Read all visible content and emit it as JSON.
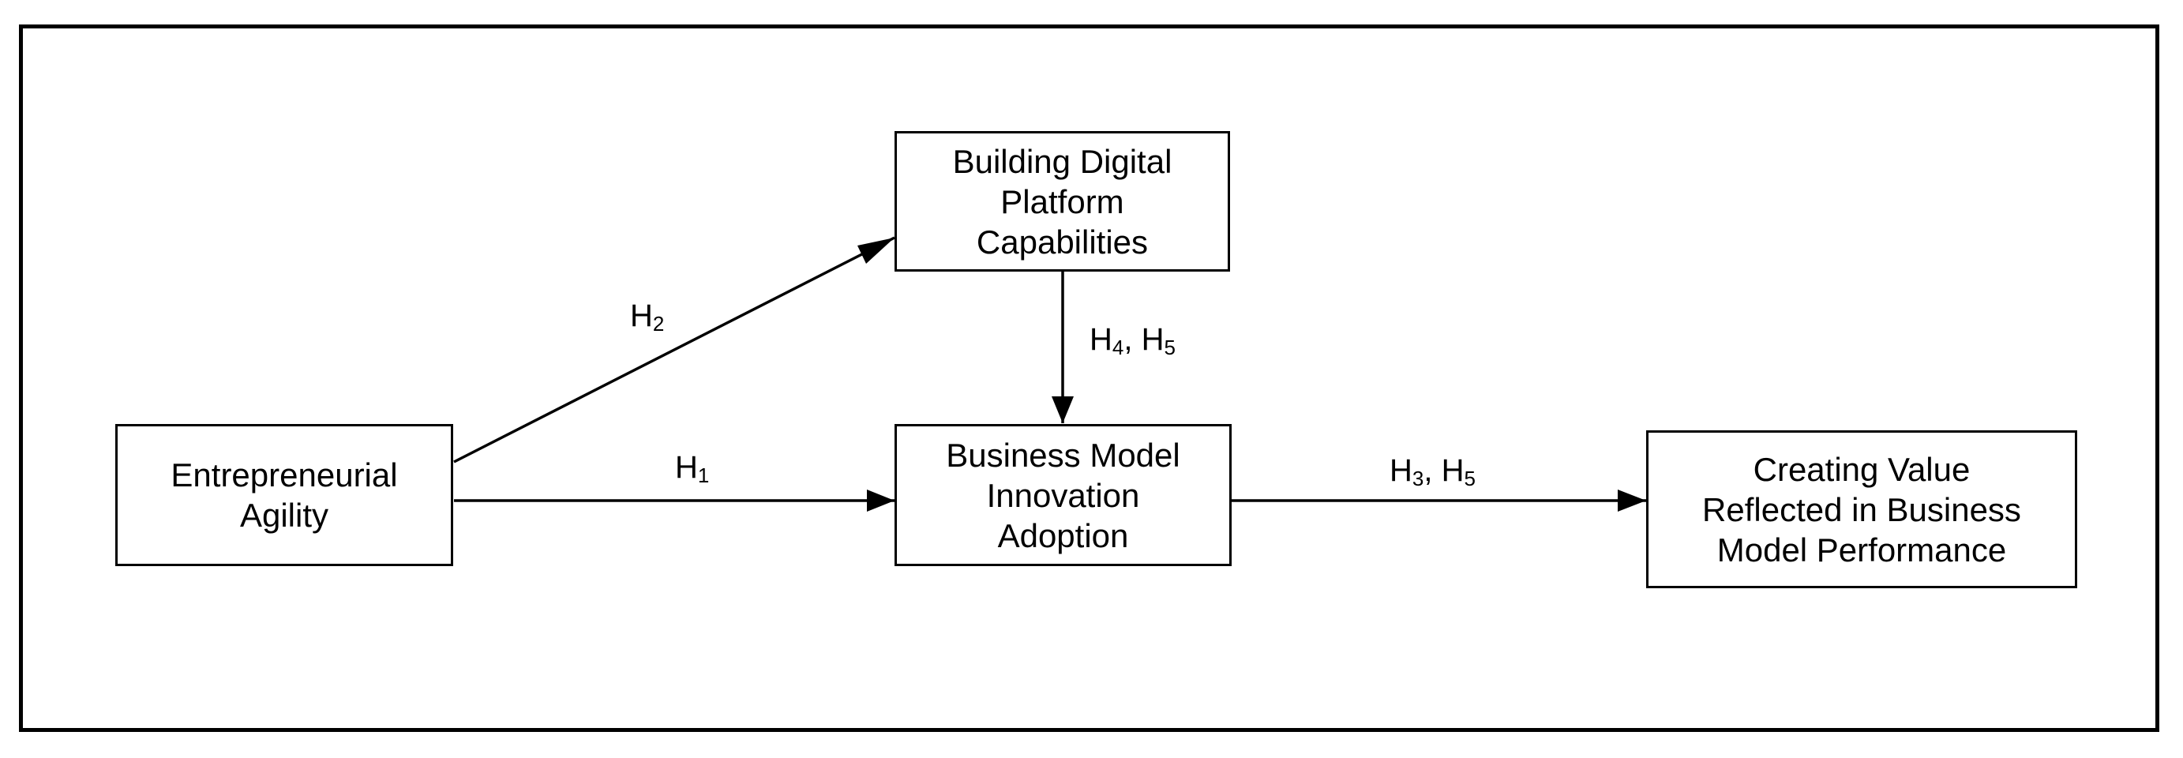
{
  "nodes": {
    "agility": [
      "Entrepreneurial",
      "Agility"
    ],
    "platform": [
      "Building Digital",
      "Platform",
      "Capabilities"
    ],
    "bmi": [
      "Business Model",
      "Innovation",
      "Adoption"
    ],
    "value": [
      "Creating Value",
      "Reflected in Business",
      "Model Performance"
    ]
  },
  "labels": {
    "h2": {
      "main": "H",
      "sub": "2"
    },
    "h1": {
      "main": "H",
      "sub": "1"
    },
    "h45": {
      "a": "H",
      "a_sub": "4",
      "sep": ", ",
      "b": "H",
      "b_sub": "5"
    },
    "h35": {
      "a": "H",
      "a_sub": "3",
      "sep": ", ",
      "b": "H",
      "b_sub": "5"
    }
  },
  "edges": [
    {
      "from": "agility",
      "to": "platform",
      "label": "H2"
    },
    {
      "from": "agility",
      "to": "bmi",
      "label": "H1"
    },
    {
      "from": "platform",
      "to": "bmi",
      "label": "H4, H5"
    },
    {
      "from": "bmi",
      "to": "value",
      "label": "H3, H5"
    }
  ]
}
